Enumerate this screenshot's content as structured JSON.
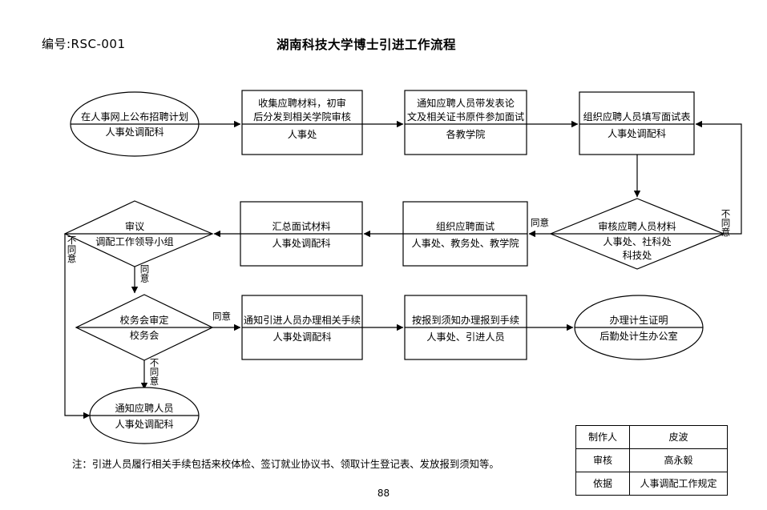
{
  "header": {
    "doc_number": "编号:RSC-001",
    "title": "湖南科技大学博士引进工作流程"
  },
  "nodes": {
    "start_publish": {
      "shape": "ellipse",
      "top": "在人事网上公布招聘计划",
      "bottom": "人事处调配科"
    },
    "collect_materials": {
      "shape": "rect",
      "top_line1": "收集应聘材料，初审",
      "top_line2": "后分发到相关学院审核",
      "bottom": "人事处"
    },
    "notify_candidates": {
      "shape": "rect",
      "top_line1": "通知应聘人员带发表论",
      "top_line2": "文及相关证书原件参加面试",
      "bottom": "各教学院"
    },
    "fill_interview_form": {
      "shape": "rect",
      "top": "组织应聘人员填写面试表",
      "bottom": "人事处调配科"
    },
    "review_materials": {
      "shape": "diamond",
      "top": "审核应聘人员材料",
      "bottom_line1": "人事处、社科处",
      "bottom_line2": "科技处"
    },
    "organize_interview": {
      "shape": "rect",
      "top": "组织应聘面试",
      "bottom": "人事处、教务处、教学院"
    },
    "summarize_materials": {
      "shape": "rect",
      "top": "汇总面试材料",
      "bottom": "人事处调配科"
    },
    "deliberation": {
      "shape": "diamond",
      "top": "审议",
      "bottom": "调配工作领导小组"
    },
    "school_affairs_review": {
      "shape": "diamond",
      "top": "校务会审定",
      "bottom": "校务会"
    },
    "notify_procedures": {
      "shape": "rect",
      "top": "通知引进人员办理相关手续",
      "bottom": "人事处调配科"
    },
    "report_procedures": {
      "shape": "rect",
      "top": "按报到须知办理报到手续",
      "bottom": "人事处、引进人员"
    },
    "family_planning_cert": {
      "shape": "ellipse",
      "top": "办理计生证明",
      "bottom": "后勤处计生办公室"
    },
    "notify_applicant": {
      "shape": "ellipse",
      "top": "通知应聘人员",
      "bottom": "人事处调配科"
    }
  },
  "edge_labels": {
    "review_disagree": "不同意",
    "review_agree": "同意",
    "deliberation_disagree": "不同意",
    "deliberation_agree": "同意",
    "school_agree": "同意",
    "school_disagree": "不同意"
  },
  "note": "注：引进人员履行相关手续包括来校体检、签订就业协议书、领取计生登记表、发放报到须知等。",
  "page_number": "88",
  "signature_table": {
    "rows": [
      {
        "label": "制作人",
        "value": "皮波"
      },
      {
        "label": "审核",
        "value": "高永毅"
      },
      {
        "label": "依据",
        "value": "人事调配工作规定"
      }
    ]
  },
  "colors": {
    "stroke": "#000000",
    "background": "#ffffff",
    "text": "#000000"
  }
}
